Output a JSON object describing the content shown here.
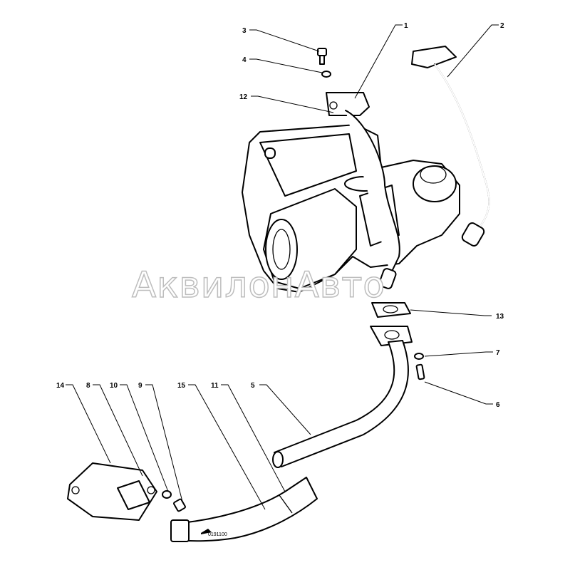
{
  "diagram": {
    "title": "Turbocharger assembly exploded view",
    "callouts": [
      {
        "id": "1",
        "label": "1"
      },
      {
        "id": "2",
        "label": "2"
      },
      {
        "id": "3",
        "label": "3"
      },
      {
        "id": "4",
        "label": "4"
      },
      {
        "id": "12",
        "label": "12"
      },
      {
        "id": "13",
        "label": "13"
      },
      {
        "id": "7",
        "label": "7"
      },
      {
        "id": "6",
        "label": "6"
      },
      {
        "id": "5",
        "label": "5"
      },
      {
        "id": "11",
        "label": "11"
      },
      {
        "id": "15",
        "label": "15"
      },
      {
        "id": "9",
        "label": "9"
      },
      {
        "id": "10",
        "label": "10"
      },
      {
        "id": "8",
        "label": "8"
      },
      {
        "id": "14",
        "label": "14"
      }
    ],
    "hose_stamp": "0191100",
    "watermark": "АквилонАвто"
  }
}
